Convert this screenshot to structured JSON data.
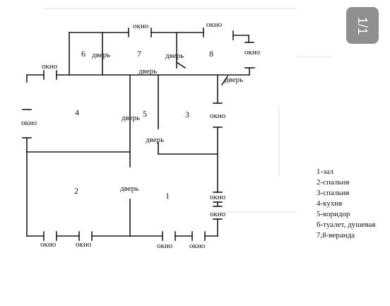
{
  "page_badge": "1/1",
  "door_label": "дверь",
  "window_label": "окно",
  "rooms": [
    {
      "number": "1"
    },
    {
      "number": "2"
    },
    {
      "number": "3"
    },
    {
      "number": "4"
    },
    {
      "number": "5"
    },
    {
      "number": "6"
    },
    {
      "number": "7"
    },
    {
      "number": "8"
    }
  ],
  "legend": [
    "1-зал",
    "2-спальня",
    "3-спальня",
    "4-кухня",
    "5-коридор",
    "6-туалет, душевая",
    "7,8-веранда"
  ]
}
